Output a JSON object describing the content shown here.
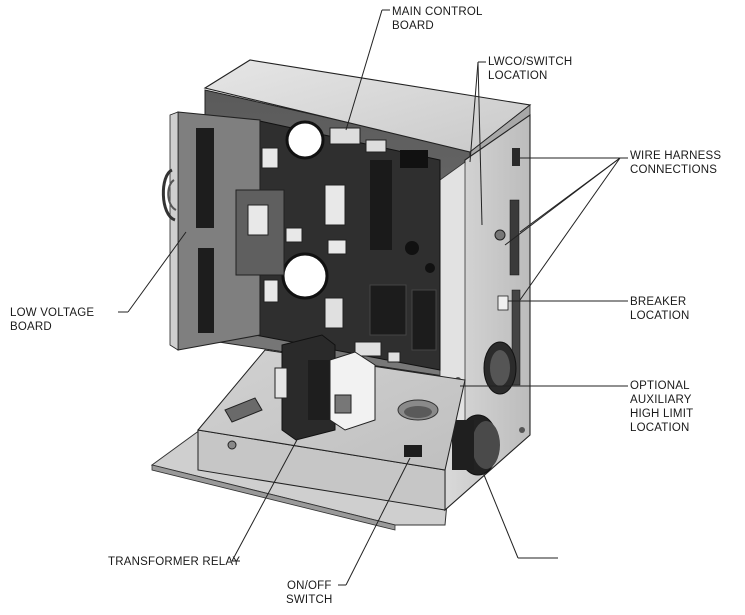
{
  "callouts": {
    "main_control_board": [
      "MAIN CONTROL",
      "BOARD"
    ],
    "lwco_switch_location": [
      "LWCO/SWITCH",
      "LOCATION"
    ],
    "wire_harness_connections": [
      "WIRE HARNESS",
      "CONNECTIONS"
    ],
    "low_voltage_board": [
      "LOW VOLTAGE",
      "BOARD"
    ],
    "breaker_location": [
      "BREAKER",
      "LOCATION"
    ],
    "optional_aux_high_limit": [
      "OPTIONAL",
      "AUXILIARY",
      "HIGH LIMIT",
      "LOCATION"
    ],
    "transformer_relay": [
      "TRANSFORMER RELAY"
    ],
    "on_off_switch": [
      "ON/OFF",
      "SWITCH"
    ]
  },
  "colors": {
    "line": "#222222",
    "metal_light": "#d6d6d6",
    "metal_mid": "#bdbdbd",
    "metal_dark": "#8f8f8f",
    "board": "#3a3a3a",
    "board_dark": "#1e1e1e"
  }
}
